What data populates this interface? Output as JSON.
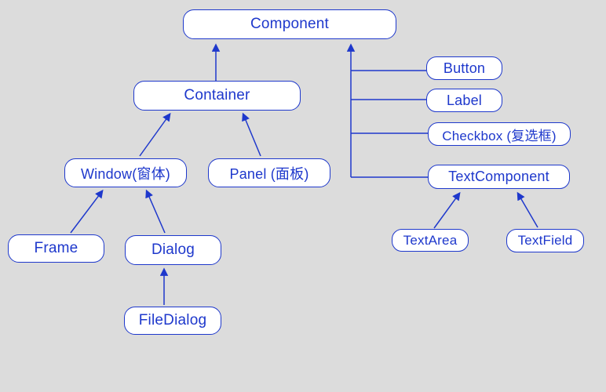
{
  "colors": {
    "accent": "#1e38cc",
    "background": "#dcdcdc",
    "node_fill": "#ffffff"
  },
  "nodes": {
    "component": {
      "label": "Component"
    },
    "container": {
      "label": "Container"
    },
    "window": {
      "label": "Window(窗体)"
    },
    "panel": {
      "label": "Panel (面板)"
    },
    "frame": {
      "label": "Frame"
    },
    "dialog": {
      "label": "Dialog"
    },
    "filedialog": {
      "label": "FileDialog"
    },
    "button": {
      "label": "Button"
    },
    "label": {
      "label": "Label"
    },
    "checkbox": {
      "label": "Checkbox (复选框)"
    },
    "textcomponent": {
      "label": "TextComponent"
    },
    "textarea": {
      "label": "TextArea"
    },
    "textfield": {
      "label": "TextField"
    }
  },
  "edges": [
    {
      "from": "Container",
      "to": "Component",
      "arrow": true
    },
    {
      "from": "Window(窗体)",
      "to": "Container",
      "arrow": true
    },
    {
      "from": "Panel (面板)",
      "to": "Container",
      "arrow": true
    },
    {
      "from": "Frame",
      "to": "Window(窗体)",
      "arrow": true
    },
    {
      "from": "Dialog",
      "to": "Window(窗体)",
      "arrow": true
    },
    {
      "from": "FileDialog",
      "to": "Dialog",
      "arrow": true
    },
    {
      "from": "Button",
      "to": "Component",
      "arrow": true
    },
    {
      "from": "Label",
      "to": "Component",
      "arrow": true
    },
    {
      "from": "Checkbox (复选框)",
      "to": "Component",
      "arrow": true
    },
    {
      "from": "TextComponent",
      "to": "Component",
      "arrow": true
    },
    {
      "from": "TextArea",
      "to": "TextComponent",
      "arrow": true
    },
    {
      "from": "TextField",
      "to": "TextComponent",
      "arrow": true
    }
  ]
}
